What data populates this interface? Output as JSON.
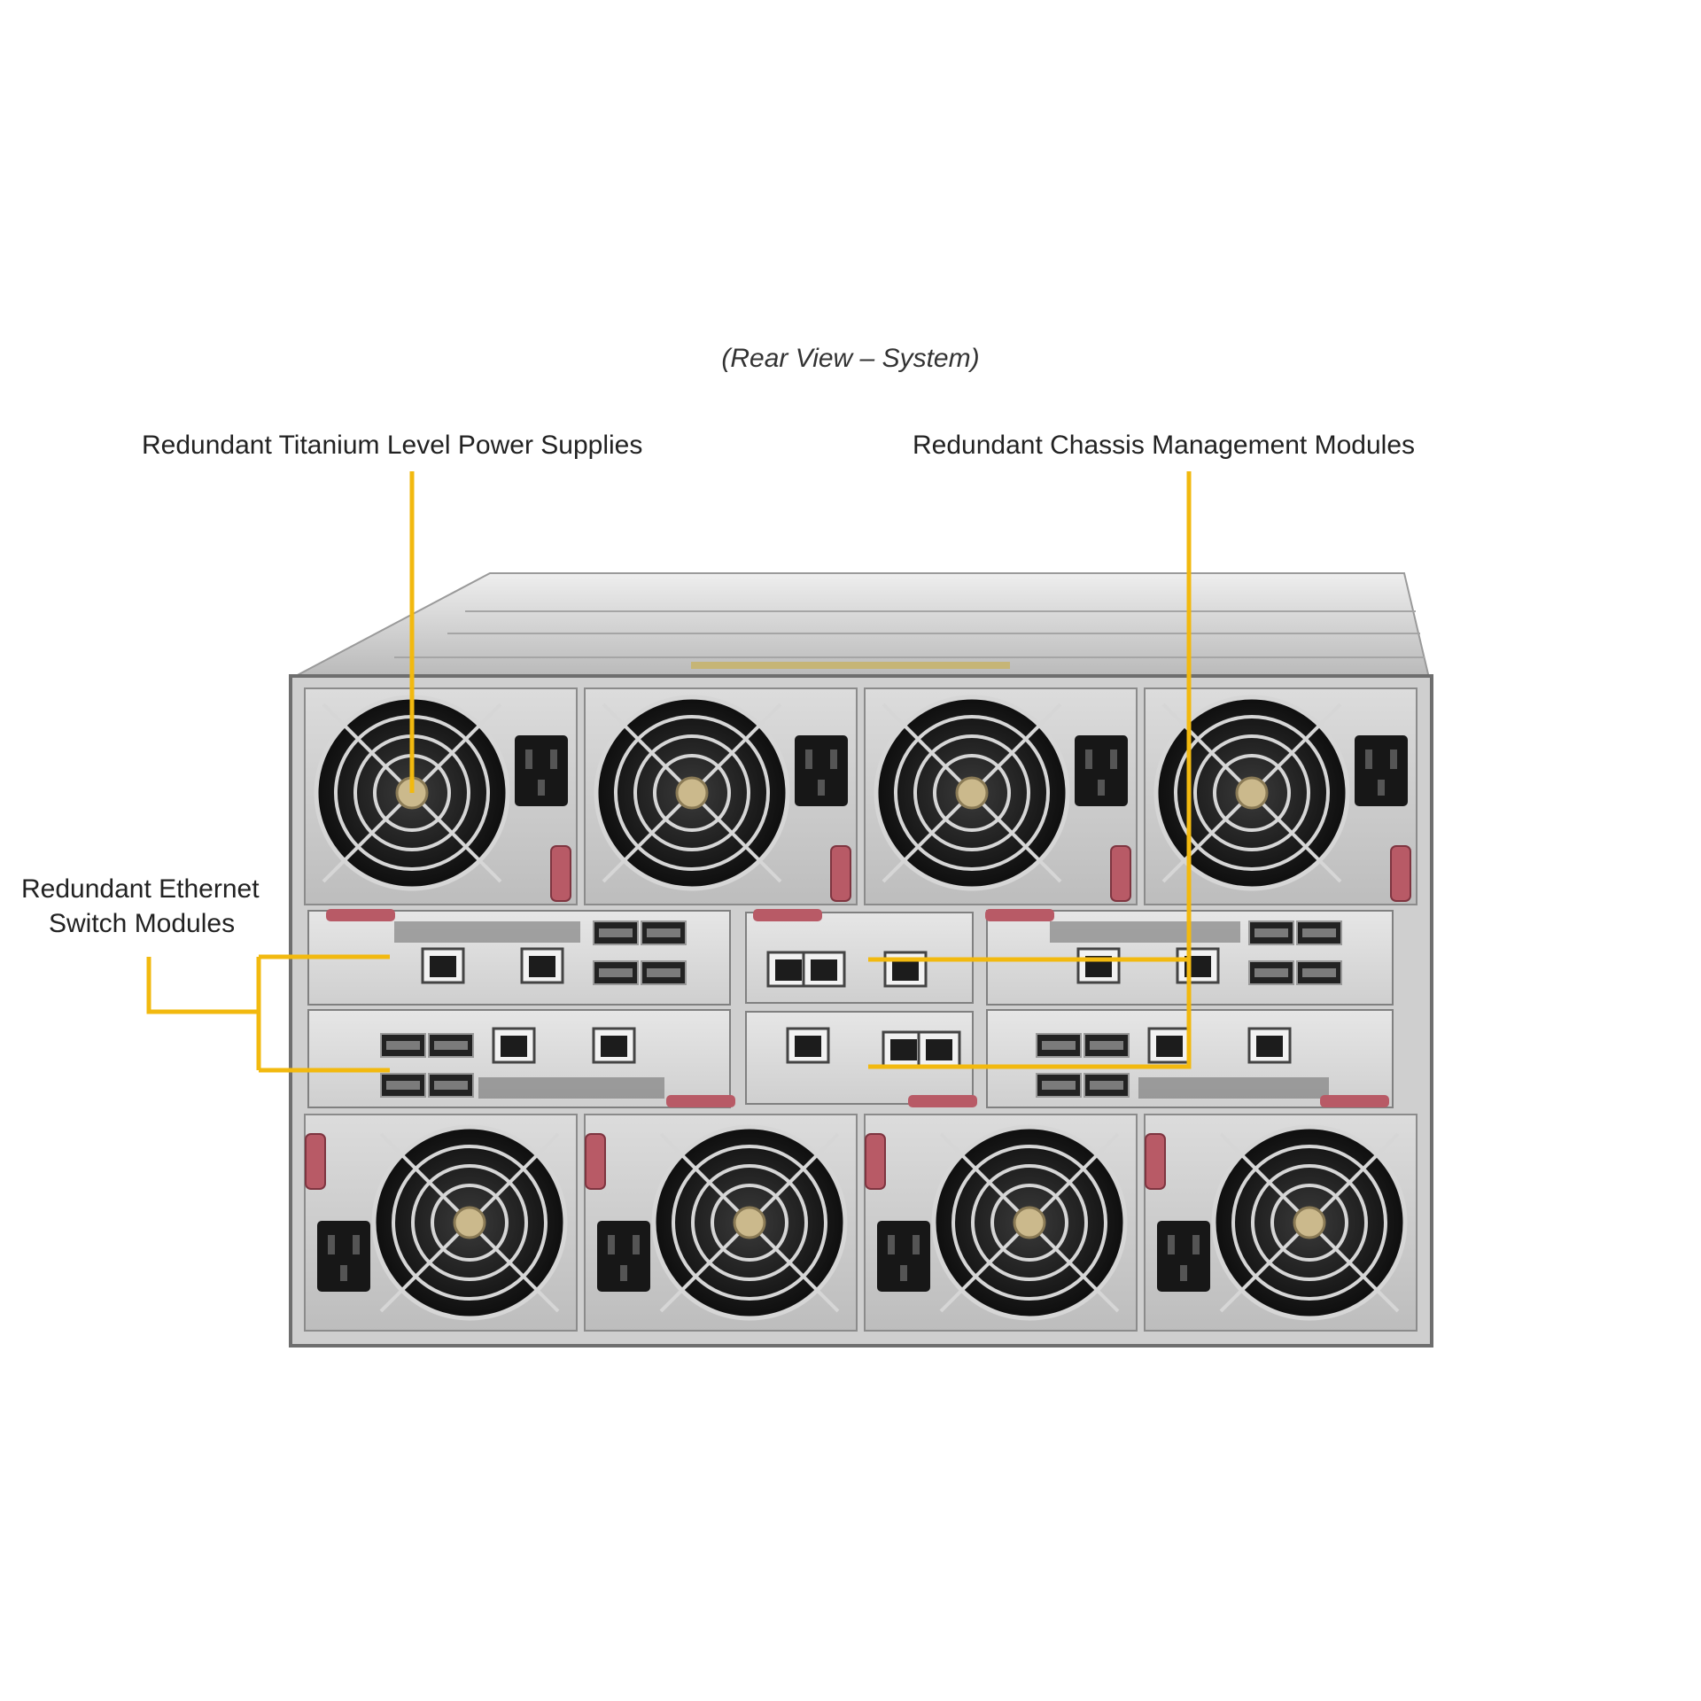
{
  "caption": "(Rear View – System)",
  "callouts": {
    "power_supplies": "Redundant Titanium Level Power Supplies",
    "chassis_mgmt": "Redundant Chassis Management Modules",
    "ethernet_line1": "Redundant Ethernet",
    "ethernet_line2": "Switch Modules"
  },
  "colors": {
    "callout_line": "#f2b90f",
    "chassis": "#c9c9c9",
    "fan": "#1e1e1e",
    "latch": "#b85a66"
  },
  "icons": [
    "fan-grille-icon",
    "power-inlet-icon",
    "rj45-port-icon",
    "qsfp-cage-icon",
    "release-latch-icon"
  ]
}
